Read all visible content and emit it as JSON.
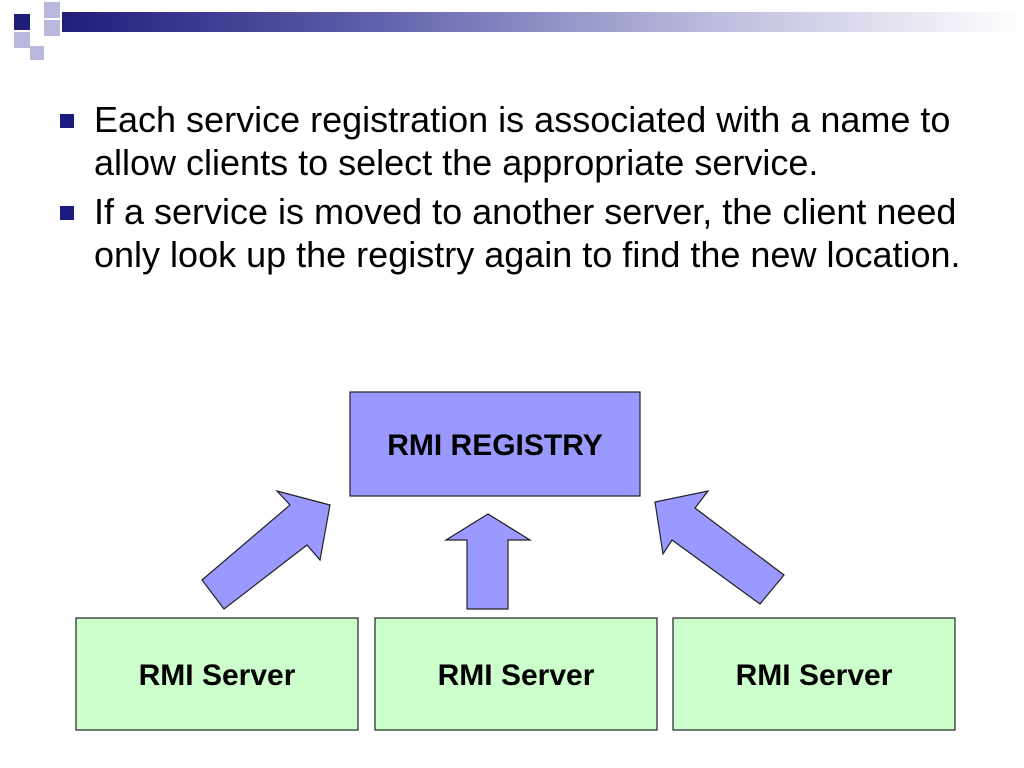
{
  "colors": {
    "header_dark": "#1f1f7a",
    "header_light": "#9999cc",
    "bullet": "#1a1a80",
    "registry_fill": "#9999ff",
    "server_fill": "#ccffcc",
    "arrow_fill": "#9999ff"
  },
  "bullets": [
    {
      "text": "Each service registration is associated with a name to allow clients to select the appropriate service."
    },
    {
      "text": "If a service is moved to another server, the client need only look up the registry again to find the new location."
    }
  ],
  "diagram": {
    "registry": {
      "label": "RMI REGISTRY"
    },
    "servers": [
      {
        "label": "RMI Server"
      },
      {
        "label": "RMI Server"
      },
      {
        "label": "RMI Server"
      }
    ],
    "arrows": [
      {
        "from": "server-1",
        "to": "registry",
        "direction": "up-right"
      },
      {
        "from": "server-2",
        "to": "registry",
        "direction": "up"
      },
      {
        "from": "server-3",
        "to": "registry",
        "direction": "up-left"
      }
    ]
  }
}
